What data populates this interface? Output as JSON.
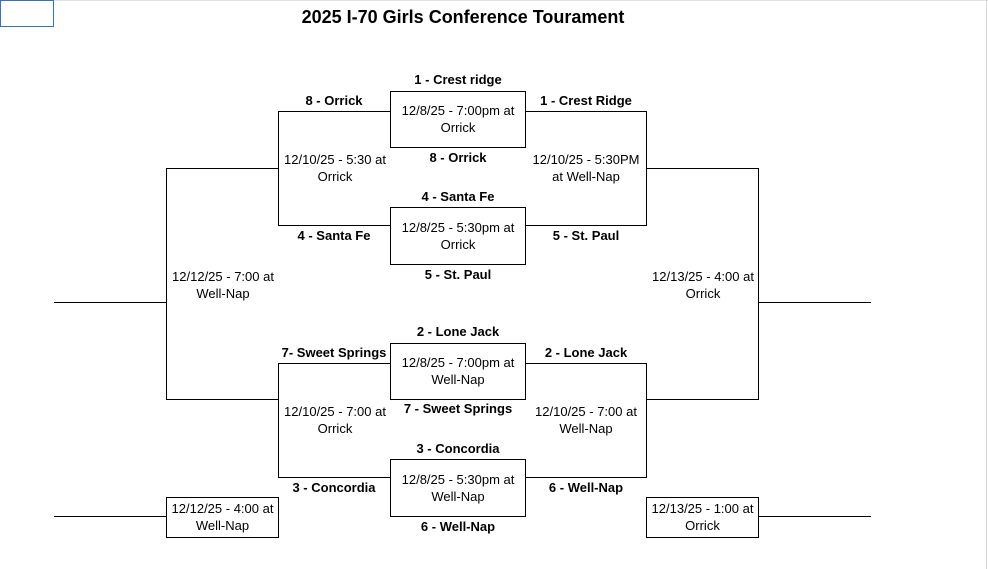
{
  "title": "2025 I-70 Girls Conference Tourament",
  "center_games": [
    {
      "top_team": "1 - Crest ridge",
      "bottom_team": "8 - Orrick",
      "line1": "12/8/25 - 7:00pm at",
      "line2": "Orrick"
    },
    {
      "top_team": "4 - Santa Fe",
      "bottom_team": "5 - St. Paul",
      "line1": "12/8/25 - 5:30pm at",
      "line2": "Orrick"
    },
    {
      "top_team": "2 - Lone Jack",
      "bottom_team": "7 - Sweet Springs",
      "line1": "12/8/25 - 7:00pm at",
      "line2": "Well-Nap"
    },
    {
      "top_team": "3 - Concordia",
      "bottom_team": "6 - Well-Nap",
      "line1": "12/8/25 - 5:30pm at",
      "line2": "Well-Nap"
    }
  ],
  "left_round2": [
    {
      "top_team": "8 - Orrick",
      "bottom_team": "4 - Santa Fe",
      "line1": "12/10/25 - 5:30 at",
      "line2": "Orrick"
    },
    {
      "top_team": "7- Sweet Springs",
      "bottom_team": "3 - Concordia",
      "line1": "12/10/25 - 7:00 at",
      "line2": "Orrick"
    }
  ],
  "right_round2": [
    {
      "top_team": "1 - Crest Ridge",
      "bottom_team": "5 - St. Paul",
      "line1": "12/10/25 - 5:30PM",
      "line2": "at Well-Nap"
    },
    {
      "top_team": "2 - Lone Jack",
      "bottom_team": "6 - Well-Nap",
      "line1": "12/10/25 - 7:00 at",
      "line2": "Well-Nap"
    }
  ],
  "left_final": {
    "line1": "12/12/25 - 7:00 at",
    "line2": "Well-Nap"
  },
  "right_final": {
    "line1": "12/13/25 - 4:00 at",
    "line2": "Orrick"
  },
  "left_consolation": {
    "line1": "12/12/25 - 4:00 at",
    "line2": "Well-Nap"
  },
  "right_consolation": {
    "line1": "12/13/25 - 1:00 at",
    "line2": "Orrick"
  }
}
